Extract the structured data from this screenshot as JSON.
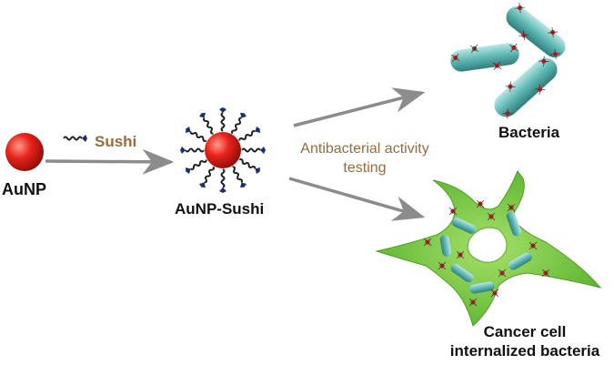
{
  "labels": {
    "aunp": "AuNP",
    "sushi": "Sushi",
    "aunp_sushi": "AuNP-Sushi",
    "testing_line1": "Antibacterial activity",
    "testing_line2": "testing",
    "bacteria": "Bacteria",
    "cancer_line1": "Cancer cell",
    "cancer_line2": "internalized bacteria"
  },
  "colors": {
    "gold_nanoparticle": "#e8231b",
    "arrow": "#8c8c8c",
    "sushi_label": "#9a6a3c",
    "bacteria_body": "#5fb7b4",
    "cancer_cell": "#7ac943",
    "peptide_tip": "#1d2f6f",
    "attached_particle": "#d81e1e"
  },
  "icons": [
    "gold-nanoparticle-icon",
    "peptide-icon",
    "arrow-icon",
    "bacterium-icon",
    "cancer-cell-icon"
  ]
}
